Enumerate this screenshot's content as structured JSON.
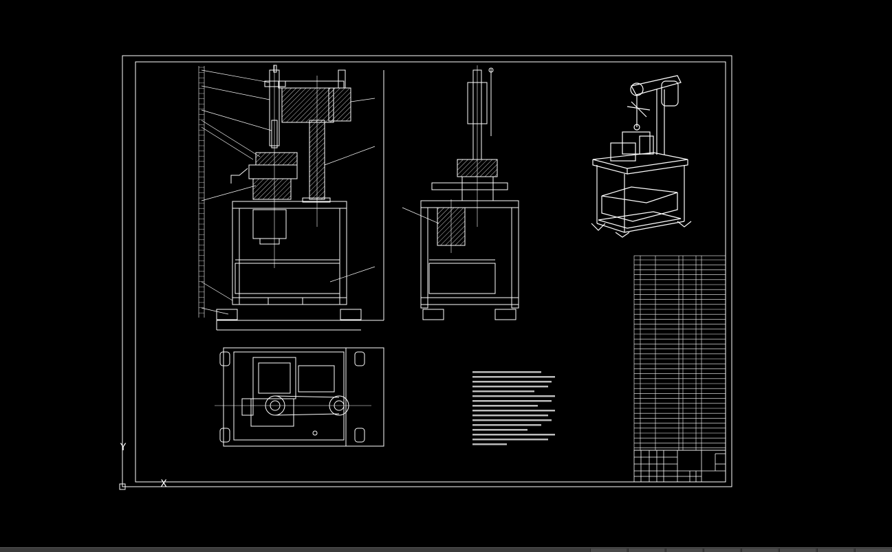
{
  "ucs": {
    "y_label": "Y",
    "x_label": "X"
  },
  "status_bar": {
    "segments": 8
  }
}
